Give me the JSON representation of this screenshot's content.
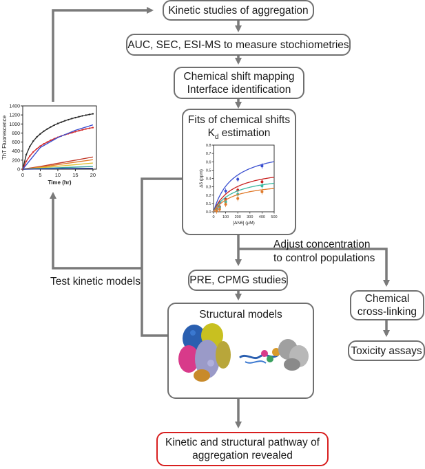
{
  "steps": {
    "kinetic": "Kinetic studies of aggregation",
    "stoich": "AUC, SEC, ESI-MS to measure stochiometries",
    "csm_line1": "Chemical shift mapping",
    "csm_line2": "Interface identification",
    "fits_line1": "Fits of chemical shifts",
    "kd_main": "K",
    "kd_sub": "d",
    "kd_rest": " estimation",
    "pre": "PRE, CPMG studies",
    "structural": "Structural models",
    "final_line1": "Kinetic and structural pathway of",
    "final_line2": "aggregation revealed",
    "crosslink_line1": "Chemical",
    "crosslink_line2": "cross-linking",
    "toxicity": "Toxicity assays"
  },
  "annotations": {
    "adjust_line1": "Adjust concentration",
    "adjust_line2": "to control populations",
    "test_kinetic": "Test kinetic models"
  },
  "colors": {
    "arrow": "#7a7a7a",
    "box_border": "#6f6f6f",
    "final_border": "#d81f1f"
  },
  "chart_data": [
    {
      "type": "line",
      "xlabel": "Time (hr)",
      "ylabel": "ThT Fluorescence",
      "xlim": [
        0,
        21
      ],
      "ylim": [
        0,
        1400
      ],
      "xticks": [
        "0",
        "5",
        "10",
        "15",
        "20"
      ],
      "yticks": [
        "0",
        "200",
        "400",
        "600",
        "800",
        "1000",
        "1200",
        "1400"
      ],
      "series": [
        {
          "color": "#2a2a2a",
          "x": [
            0,
            1,
            2,
            3,
            4,
            5,
            6,
            7,
            8,
            9,
            10,
            11,
            12,
            13,
            14,
            15,
            16,
            17,
            18,
            19,
            20
          ],
          "y": [
            0,
            320,
            500,
            620,
            710,
            780,
            840,
            890,
            935,
            975,
            1010,
            1040,
            1070,
            1095,
            1120,
            1140,
            1160,
            1180,
            1195,
            1210,
            1225
          ]
        },
        {
          "color": "#d42a2a",
          "x": [
            0,
            1,
            2,
            3,
            4,
            5,
            6,
            7,
            8,
            9,
            10,
            11,
            12,
            13,
            14,
            15,
            16,
            17,
            18,
            19,
            20
          ],
          "y": [
            0,
            170,
            290,
            380,
            450,
            510,
            560,
            600,
            640,
            675,
            705,
            735,
            760,
            785,
            805,
            830,
            850,
            870,
            890,
            905,
            920
          ]
        },
        {
          "color": "#3a4fd0",
          "x": [
            0,
            5,
            10,
            15,
            20
          ],
          "y": [
            0,
            480,
            700,
            860,
            980
          ]
        },
        {
          "color": "#c23a2a",
          "x": [
            0,
            5,
            10,
            15,
            20
          ],
          "y": [
            0,
            60,
            130,
            200,
            270
          ]
        },
        {
          "color": "#e07a2a",
          "x": [
            0,
            5,
            10,
            15,
            20
          ],
          "y": [
            0,
            45,
            100,
            155,
            210
          ]
        },
        {
          "color": "#e0c030",
          "x": [
            0,
            5,
            10,
            15,
            20
          ],
          "y": [
            0,
            30,
            65,
            100,
            135
          ]
        },
        {
          "color": "#3aa5a0",
          "x": [
            0,
            5,
            10,
            15,
            20
          ],
          "y": [
            0,
            15,
            30,
            45,
            60
          ]
        },
        {
          "color": "#2a3a9a",
          "x": [
            0,
            5,
            10,
            15,
            20
          ],
          "y": [
            0,
            5,
            10,
            15,
            20
          ]
        }
      ]
    },
    {
      "type": "scatter",
      "xlabel": "[ΔN6] (μM)",
      "ylabel": "Δδ (ppm)",
      "xlim": [
        0,
        500
      ],
      "ylim": [
        0,
        0.8
      ],
      "xticks": [
        "0",
        "100",
        "200",
        "300",
        "400",
        "500"
      ],
      "yticks": [
        "0.0",
        "0.1",
        "0.2",
        "0.3",
        "0.4",
        "0.5",
        "0.6",
        "0.7",
        "0.8"
      ],
      "series": [
        {
          "color": "#3a4fd0",
          "x": [
            25,
            50,
            100,
            200,
            400
          ],
          "y": [
            0.06,
            0.11,
            0.25,
            0.39,
            0.55
          ],
          "fit_ymax": 0.58
        },
        {
          "color": "#c8201e",
          "x": [
            25,
            50,
            100,
            200,
            400
          ],
          "y": [
            0.03,
            0.06,
            0.15,
            0.26,
            0.36
          ],
          "fit_ymax": 0.4
        },
        {
          "color": "#3ab8a0",
          "x": [
            25,
            50,
            100,
            200,
            400
          ],
          "y": [
            0.02,
            0.05,
            0.12,
            0.21,
            0.31
          ],
          "fit_ymax": 0.33
        },
        {
          "color": "#e07a2a",
          "x": [
            25,
            50,
            100,
            200,
            400
          ],
          "y": [
            0.01,
            0.03,
            0.09,
            0.16,
            0.24
          ],
          "fit_ymax": 0.27
        }
      ]
    }
  ]
}
